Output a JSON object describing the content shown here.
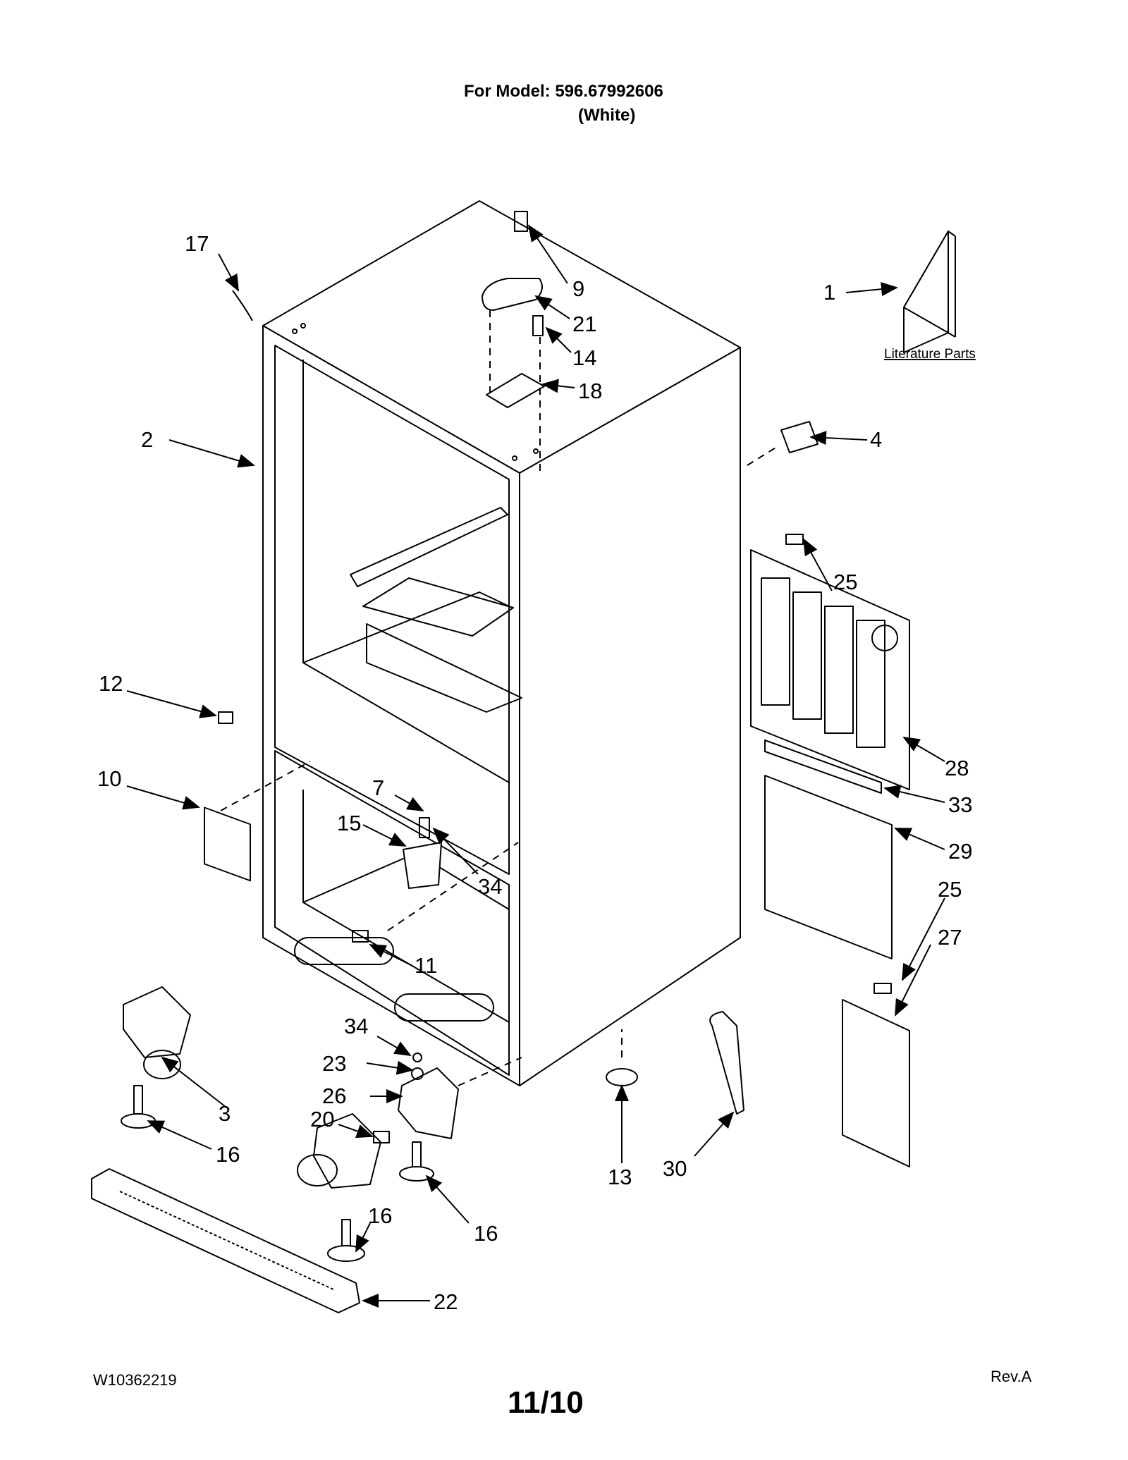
{
  "header": {
    "model_line": "For Model: 596.67992606",
    "color_line": "(White)"
  },
  "literature_label": "Literature Parts",
  "callouts": [
    {
      "id": "c1",
      "text": "1"
    },
    {
      "id": "c2",
      "text": "2"
    },
    {
      "id": "c3",
      "text": "3"
    },
    {
      "id": "c4",
      "text": "4"
    },
    {
      "id": "c7",
      "text": "7"
    },
    {
      "id": "c9",
      "text": "9"
    },
    {
      "id": "c10",
      "text": "10"
    },
    {
      "id": "c11",
      "text": "11"
    },
    {
      "id": "c12",
      "text": "12"
    },
    {
      "id": "c13",
      "text": "13"
    },
    {
      "id": "c14",
      "text": "14"
    },
    {
      "id": "c15",
      "text": "15"
    },
    {
      "id": "c16a",
      "text": "16"
    },
    {
      "id": "c16b",
      "text": "16"
    },
    {
      "id": "c16c",
      "text": "16"
    },
    {
      "id": "c17",
      "text": "17"
    },
    {
      "id": "c18",
      "text": "18"
    },
    {
      "id": "c20",
      "text": "20"
    },
    {
      "id": "c21",
      "text": "21"
    },
    {
      "id": "c22",
      "text": "22"
    },
    {
      "id": "c23",
      "text": "23"
    },
    {
      "id": "c25a",
      "text": "25"
    },
    {
      "id": "c25b",
      "text": "25"
    },
    {
      "id": "c26",
      "text": "26"
    },
    {
      "id": "c27",
      "text": "27"
    },
    {
      "id": "c28",
      "text": "28"
    },
    {
      "id": "c29",
      "text": "29"
    },
    {
      "id": "c30",
      "text": "30"
    },
    {
      "id": "c33",
      "text": "33"
    },
    {
      "id": "c34a",
      "text": "34"
    },
    {
      "id": "c34b",
      "text": "34"
    }
  ],
  "footer": {
    "part_number": "W10362219",
    "date": "11/10",
    "revision": "Rev.A"
  }
}
